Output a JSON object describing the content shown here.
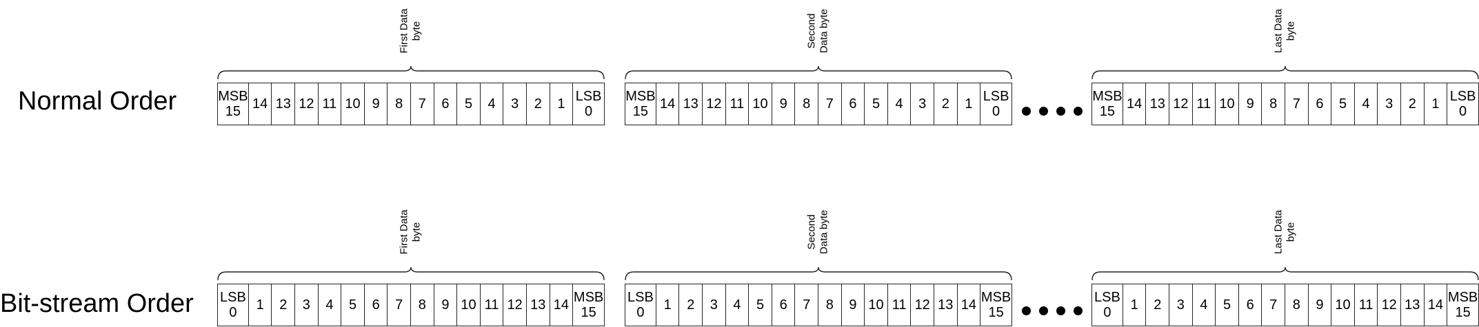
{
  "rows": [
    {
      "label": "Normal Order",
      "groups": [
        {
          "label_line1": "First Data",
          "label_line2": "byte",
          "start": {
            "tag": "MSB",
            "num": "15"
          },
          "middle": [
            "14",
            "13",
            "12",
            "11",
            "10",
            "9",
            "8",
            "7",
            "6",
            "5",
            "4",
            "3",
            "2",
            "1"
          ],
          "end": {
            "tag": "LSB",
            "num": "0"
          }
        },
        {
          "label_line1": "Second",
          "label_line2": "Data byte",
          "start": {
            "tag": "MSB",
            "num": "15"
          },
          "middle": [
            "14",
            "13",
            "12",
            "11",
            "10",
            "9",
            "8",
            "7",
            "6",
            "5",
            "4",
            "3",
            "2",
            "1"
          ],
          "end": {
            "tag": "LSB",
            "num": "0"
          }
        },
        {
          "label_line1": "Last Data",
          "label_line2": "byte",
          "start": {
            "tag": "MSB",
            "num": "15"
          },
          "middle": [
            "14",
            "13",
            "12",
            "11",
            "10",
            "9",
            "8",
            "7",
            "6",
            "5",
            "4",
            "3",
            "2",
            "1"
          ],
          "end": {
            "tag": "LSB",
            "num": "0"
          }
        }
      ]
    },
    {
      "label": "Bit-stream Order",
      "groups": [
        {
          "label_line1": "First Data",
          "label_line2": "byte",
          "start": {
            "tag": "LSB",
            "num": "0"
          },
          "middle": [
            "1",
            "2",
            "3",
            "4",
            "5",
            "6",
            "7",
            "8",
            "9",
            "10",
            "11",
            "12",
            "13",
            "14"
          ],
          "end": {
            "tag": "MSB",
            "num": "15"
          }
        },
        {
          "label_line1": "Second",
          "label_line2": "Data byte",
          "start": {
            "tag": "LSB",
            "num": "0"
          },
          "middle": [
            "1",
            "2",
            "3",
            "4",
            "5",
            "6",
            "7",
            "8",
            "9",
            "10",
            "11",
            "12",
            "13",
            "14"
          ],
          "end": {
            "tag": "MSB",
            "num": "15"
          }
        },
        {
          "label_line1": "Last Data",
          "label_line2": "byte",
          "start": {
            "tag": "LSB",
            "num": "0"
          },
          "middle": [
            "1",
            "2",
            "3",
            "4",
            "5",
            "6",
            "7",
            "8",
            "9",
            "10",
            "11",
            "12",
            "13",
            "14"
          ],
          "end": {
            "tag": "MSB",
            "num": "15"
          }
        }
      ]
    }
  ]
}
